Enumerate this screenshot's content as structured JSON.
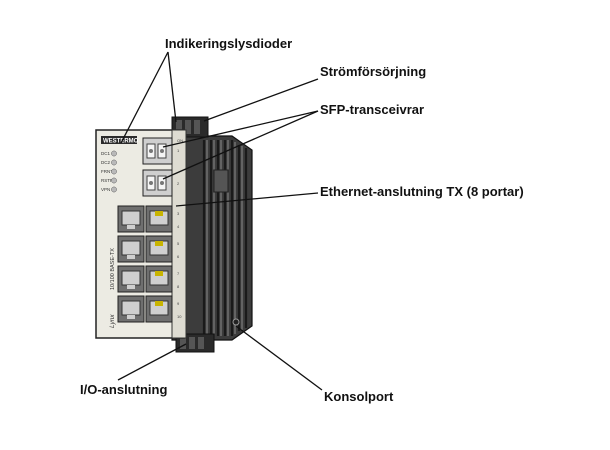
{
  "callouts": {
    "leds": "Indikeringslysdioder",
    "power": "Strömförsörjning",
    "sfp": "SFP-transceivrar",
    "ethernet": "Ethernet-anslutning TX (8 portar)",
    "io": "I/O-anslutning",
    "console": "Konsolport"
  },
  "device": {
    "brand": "WESTERMO",
    "model_text": "10/100 BASE-TX",
    "logo_text": "Lynx",
    "led_labels": [
      "DC1",
      "DC2",
      "FRNT",
      "RSTP",
      "VPN"
    ],
    "port_status_labels": [
      "ON",
      "1",
      "2",
      "3",
      "4",
      "5",
      "6",
      "7",
      "8",
      "9",
      "10"
    ]
  },
  "colors": {
    "front_panel": "#ecebe3",
    "heatsink": "#4a4a4a",
    "port_body": "#6f6f6f",
    "port_pin": "#c8b400",
    "led": "#b9b9b9"
  }
}
